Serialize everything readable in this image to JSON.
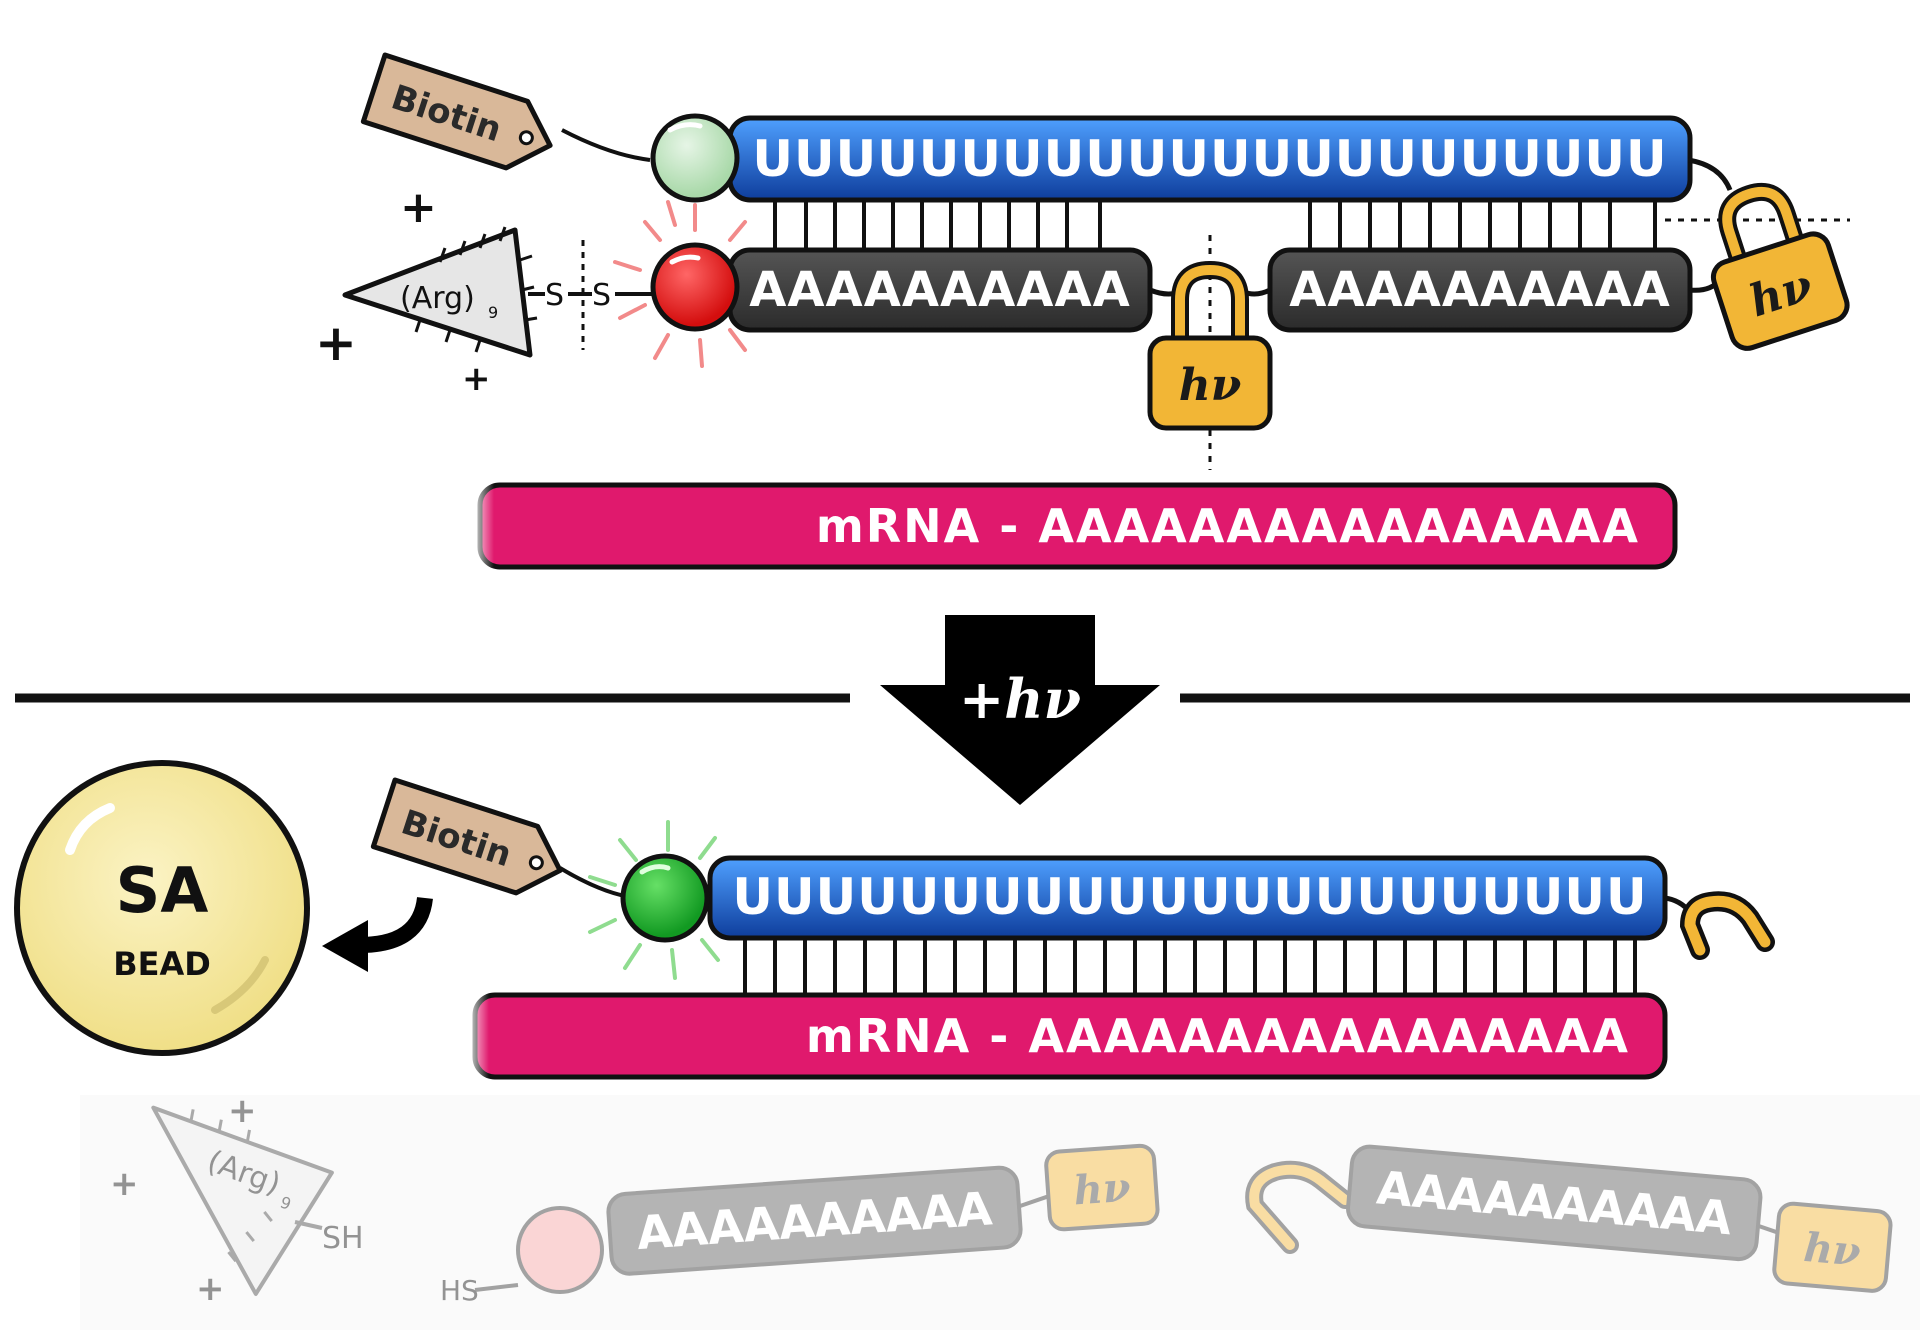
{
  "top": {
    "biotin_tag": "Biotin",
    "u_strand": "UUUUUUUUUUUUUUUUUUUUUU",
    "a_strand_left": "AAAAAAAAAA",
    "a_strand_right": "AAAAAAAAAA",
    "arg_label": "(Arg)",
    "arg_subscript": "9",
    "disulfide_s1": "S",
    "disulfide_s2": "S",
    "lock_left": "hν",
    "lock_right": "hν",
    "mrna": "mRNA - AAAAAAAAAAAAAAAA"
  },
  "arrow": {
    "label": "+hν"
  },
  "bottom": {
    "sa_bead_title": "SA",
    "sa_bead_sub": "BEAD",
    "biotin_tag": "Biotin",
    "u_strand": "UUUUUUUUUUUUUUUUUUUUUU",
    "mrna": "mRNA - AAAAAAAAAAAAAAAA"
  },
  "released": {
    "arg_label": "(Arg)",
    "arg_subscript": "9",
    "sh_label": "SH",
    "hs_label": "HS",
    "a_strand_left": "AAAAAAAAAA",
    "a_strand_right": "AAAAAAAAAA",
    "lock_left": "hν",
    "lock_right": "hν"
  },
  "colors": {
    "u_strand": "#1d5fbf",
    "a_strand": "#3a3a3a",
    "mrna": "#e0196d",
    "green_dye": "#22aa33",
    "red_dye": "#ee2222",
    "lock": "#f2b636",
    "biotin_tag": "#d9b899",
    "sa_bead": "#f5e79e"
  }
}
